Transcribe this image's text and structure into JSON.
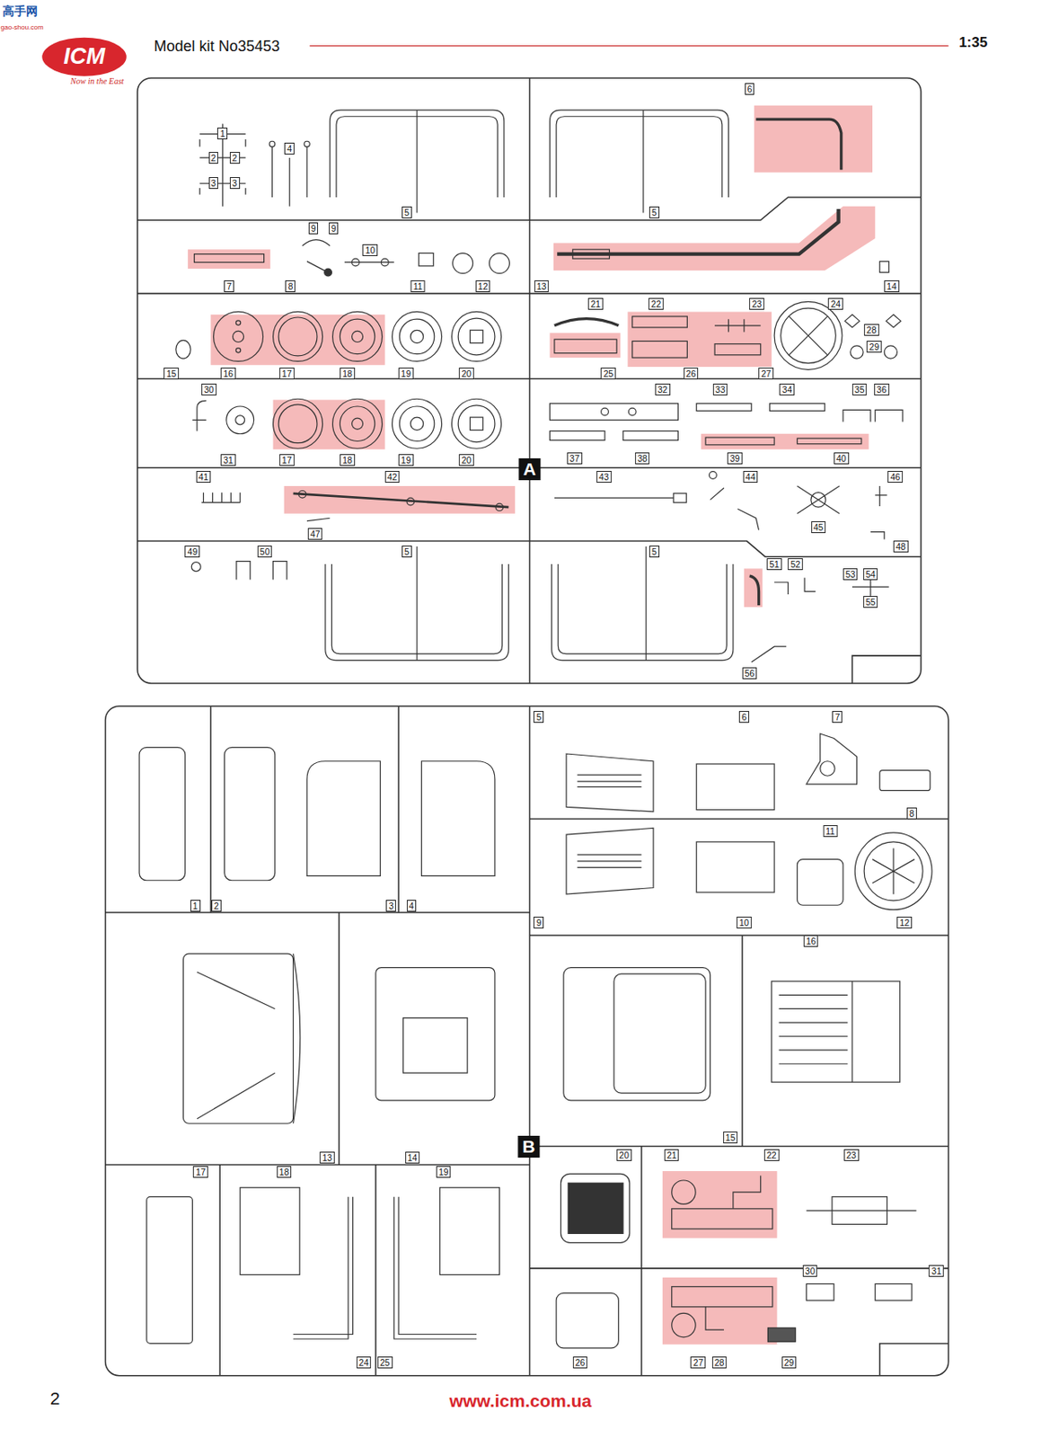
{
  "diagram": {
    "title": "Model kit No35453",
    "labels": [
      "高手网",
      "gao-shou.com",
      "ICM",
      "Now in the East",
      "1:35",
      "1",
      "2",
      "2",
      "3",
      "3",
      "4",
      "5",
      "5",
      "6",
      "7",
      "8",
      "9",
      "9",
      "10",
      "11",
      "12",
      "13",
      "14",
      "15",
      "16",
      "17",
      "18",
      "19",
      "20",
      "21",
      "22",
      "23",
      "24",
      "25",
      "26",
      "27",
      "28",
      "29",
      "30",
      "31",
      "17",
      "18",
      "19",
      "20",
      "32",
      "33",
      "34",
      "35",
      "36",
      "37",
      "38",
      "39",
      "40",
      "41",
      "42",
      "43",
      "44",
      "45",
      "46",
      "47",
      "48",
      "49",
      "50",
      "5",
      "5",
      "51",
      "52",
      "53",
      "54",
      "55",
      "56",
      "A",
      "1",
      "2",
      "3",
      "4",
      "5",
      "6",
      "7",
      "8",
      "9",
      "10",
      "11",
      "12",
      "13",
      "14",
      "15",
      "16",
      "17",
      "18",
      "19",
      "20",
      "21",
      "22",
      "23",
      "24",
      "25",
      "26",
      "27",
      "28",
      "29",
      "30",
      "31",
      "B",
      "2",
      "www.icm.com.ua"
    ]
  }
}
